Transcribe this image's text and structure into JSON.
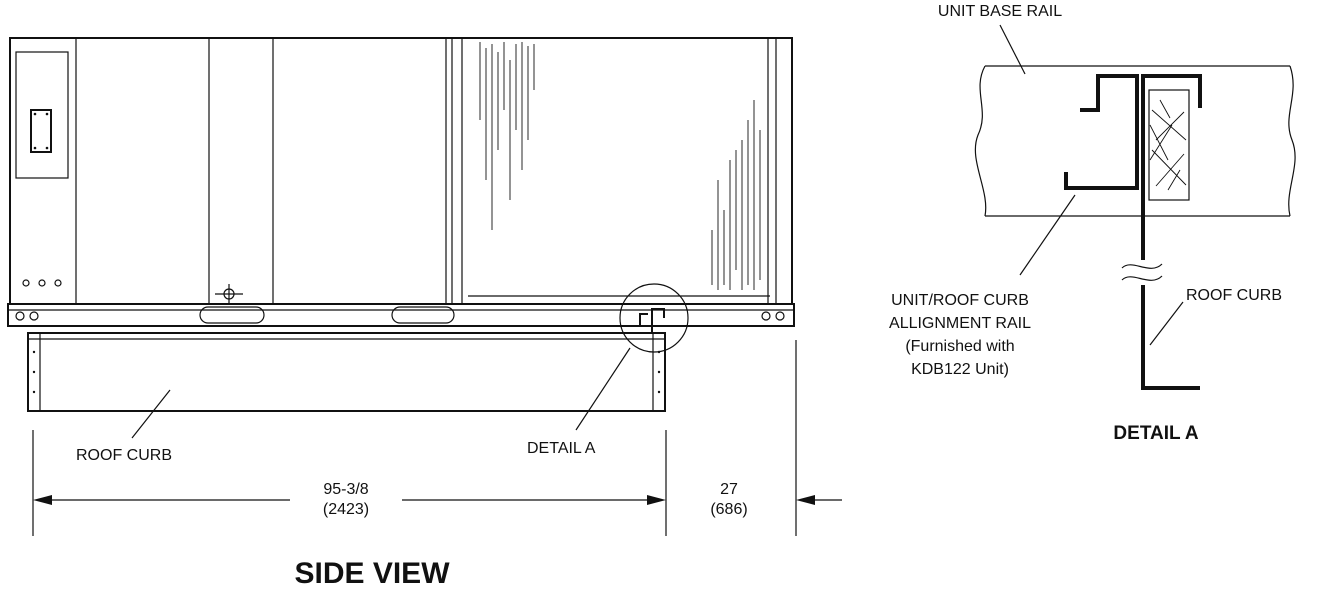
{
  "side_view": {
    "title": "SIDE VIEW",
    "roof_curb_label": "ROOF CURB",
    "detail_label": "DETAIL A",
    "dim_main": {
      "value": "95-3/8",
      "metric": "(2423)"
    },
    "dim_side": {
      "value": "27",
      "metric": "(686)"
    }
  },
  "detail": {
    "title": "DETAIL A",
    "base_rail_label": "UNIT BASE RAIL",
    "roof_curb_label": "ROOF CURB",
    "alignment_rail_label": {
      "line1": "UNIT/ROOF CURB",
      "line2": "ALLIGNMENT RAIL",
      "line3": "(Furnished with",
      "line4": "KDB122 Unit)"
    }
  }
}
